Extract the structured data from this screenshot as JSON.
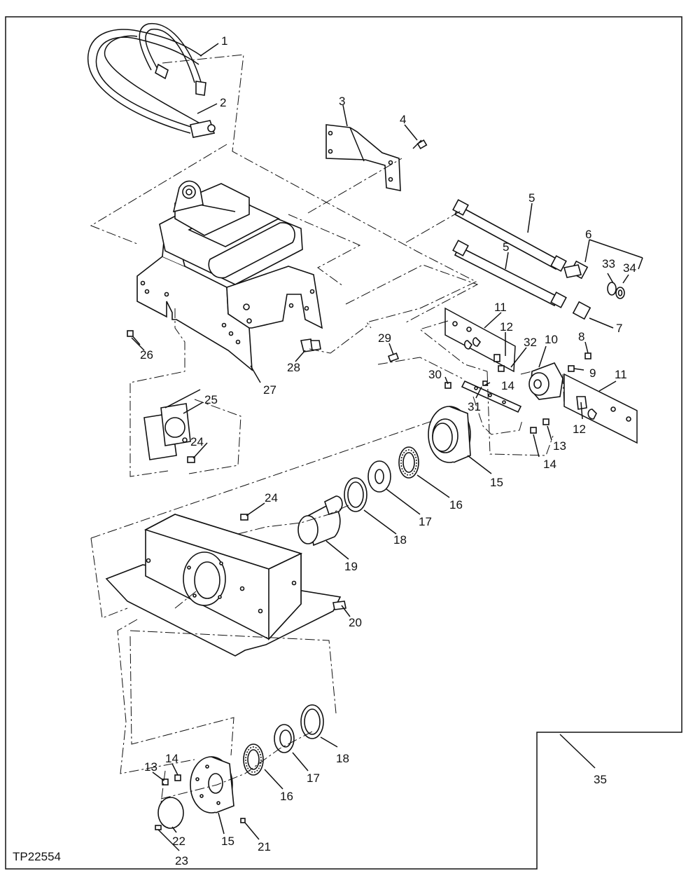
{
  "figure_id": "TP22554",
  "callouts": [
    {
      "id": "c1",
      "label": "1"
    },
    {
      "id": "c2",
      "label": "2"
    },
    {
      "id": "c3",
      "label": "3"
    },
    {
      "id": "c4",
      "label": "4"
    },
    {
      "id": "c5a",
      "label": "5"
    },
    {
      "id": "c5b",
      "label": "5"
    },
    {
      "id": "c6",
      "label": "6"
    },
    {
      "id": "c7",
      "label": "7"
    },
    {
      "id": "c8",
      "label": "8"
    },
    {
      "id": "c9",
      "label": "9"
    },
    {
      "id": "c10",
      "label": "10"
    },
    {
      "id": "c11a",
      "label": "11"
    },
    {
      "id": "c11b",
      "label": "11"
    },
    {
      "id": "c12a",
      "label": "12"
    },
    {
      "id": "c12b",
      "label": "12"
    },
    {
      "id": "c13a",
      "label": "13"
    },
    {
      "id": "c13b",
      "label": "13"
    },
    {
      "id": "c14a",
      "label": "14"
    },
    {
      "id": "c14b",
      "label": "14"
    },
    {
      "id": "c14c",
      "label": "14"
    },
    {
      "id": "c15a",
      "label": "15"
    },
    {
      "id": "c15b",
      "label": "15"
    },
    {
      "id": "c16a",
      "label": "16"
    },
    {
      "id": "c16b",
      "label": "16"
    },
    {
      "id": "c17a",
      "label": "17"
    },
    {
      "id": "c17b",
      "label": "17"
    },
    {
      "id": "c18a",
      "label": "18"
    },
    {
      "id": "c18b",
      "label": "18"
    },
    {
      "id": "c19",
      "label": "19"
    },
    {
      "id": "c20",
      "label": "20"
    },
    {
      "id": "c21",
      "label": "21"
    },
    {
      "id": "c22",
      "label": "22"
    },
    {
      "id": "c23",
      "label": "23"
    },
    {
      "id": "c24a",
      "label": "24"
    },
    {
      "id": "c24b",
      "label": "24"
    },
    {
      "id": "c25",
      "label": "25"
    },
    {
      "id": "c26",
      "label": "26"
    },
    {
      "id": "c27",
      "label": "27"
    },
    {
      "id": "c28",
      "label": "28"
    },
    {
      "id": "c29",
      "label": "29"
    },
    {
      "id": "c30",
      "label": "30"
    },
    {
      "id": "c31",
      "label": "31"
    },
    {
      "id": "c32",
      "label": "32"
    },
    {
      "id": "c33",
      "label": "33"
    },
    {
      "id": "c34",
      "label": "34"
    },
    {
      "id": "c35",
      "label": "35"
    }
  ]
}
